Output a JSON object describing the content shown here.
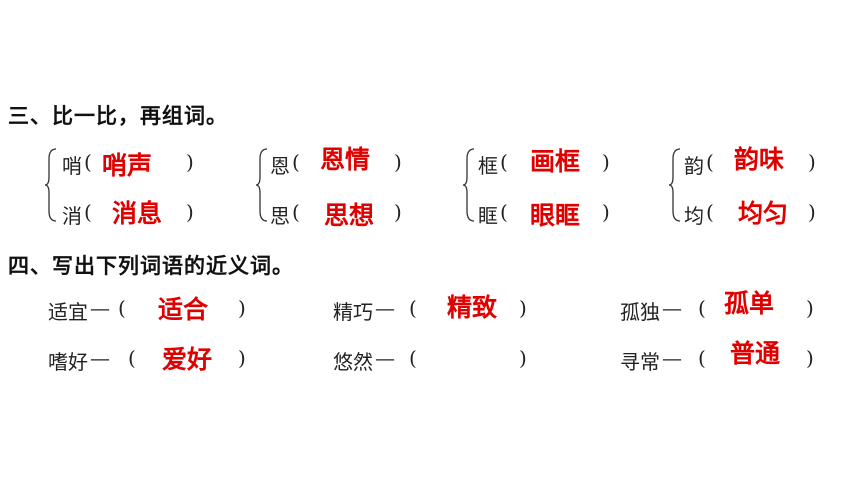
{
  "section3": {
    "heading": "三、比一比，再组词。",
    "groups": [
      {
        "pairs": [
          {
            "char": "哨",
            "answer": "哨声"
          },
          {
            "char": "消",
            "answer": "消息"
          }
        ]
      },
      {
        "pairs": [
          {
            "char": "恩",
            "answer": "恩情"
          },
          {
            "char": "思",
            "answer": "思想"
          }
        ]
      },
      {
        "pairs": [
          {
            "char": "框",
            "answer": "画框"
          },
          {
            "char": "眶",
            "answer": "眼眶"
          }
        ]
      },
      {
        "pairs": [
          {
            "char": "韵",
            "answer": "韵味"
          },
          {
            "char": "均",
            "answer": "均匀"
          }
        ]
      }
    ]
  },
  "section4": {
    "heading": "四、写出下列词语的近义词。",
    "dash": "—",
    "items": [
      {
        "word": "适宜",
        "answer": "适合"
      },
      {
        "word": "精巧",
        "answer": "精致"
      },
      {
        "word": "孤独",
        "answer": "孤单"
      },
      {
        "word": "嗜好",
        "answer": "爱好"
      },
      {
        "word": "悠然",
        "answer": ""
      },
      {
        "word": "寻常",
        "answer": "普通"
      }
    ]
  },
  "colors": {
    "answer": "#e10000",
    "text": "#222222"
  }
}
